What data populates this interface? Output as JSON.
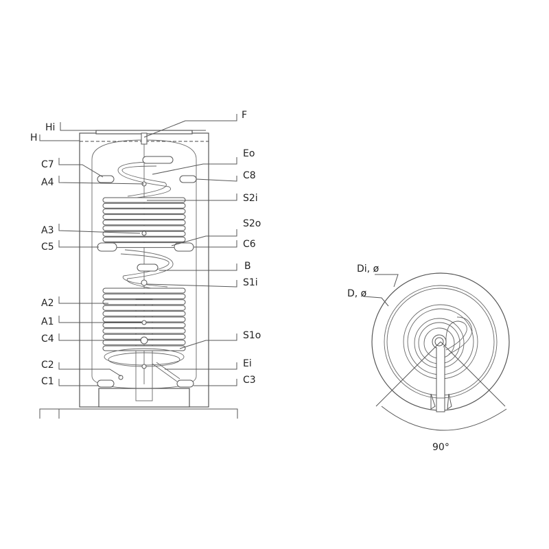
{
  "labels": {
    "Hi": "Hi",
    "H": "H",
    "F": "F",
    "Eo": "Eo",
    "C7": "C7",
    "A4": "A4",
    "C8": "C8",
    "S2i": "S2i",
    "A3": "A3",
    "S2o": "S2o",
    "C5": "C5",
    "C6": "C6",
    "B": "B",
    "S1i": "S1i",
    "A2": "A2",
    "A1": "A1",
    "C4": "C4",
    "S1o": "S1o",
    "C2": "C2",
    "Ei": "Ei",
    "C1": "C1",
    "C3": "C3"
  },
  "top_view": {
    "inner_diameter_label": "Di, ø",
    "outer_diameter_label": "D, ø",
    "angle_label": "90°"
  }
}
